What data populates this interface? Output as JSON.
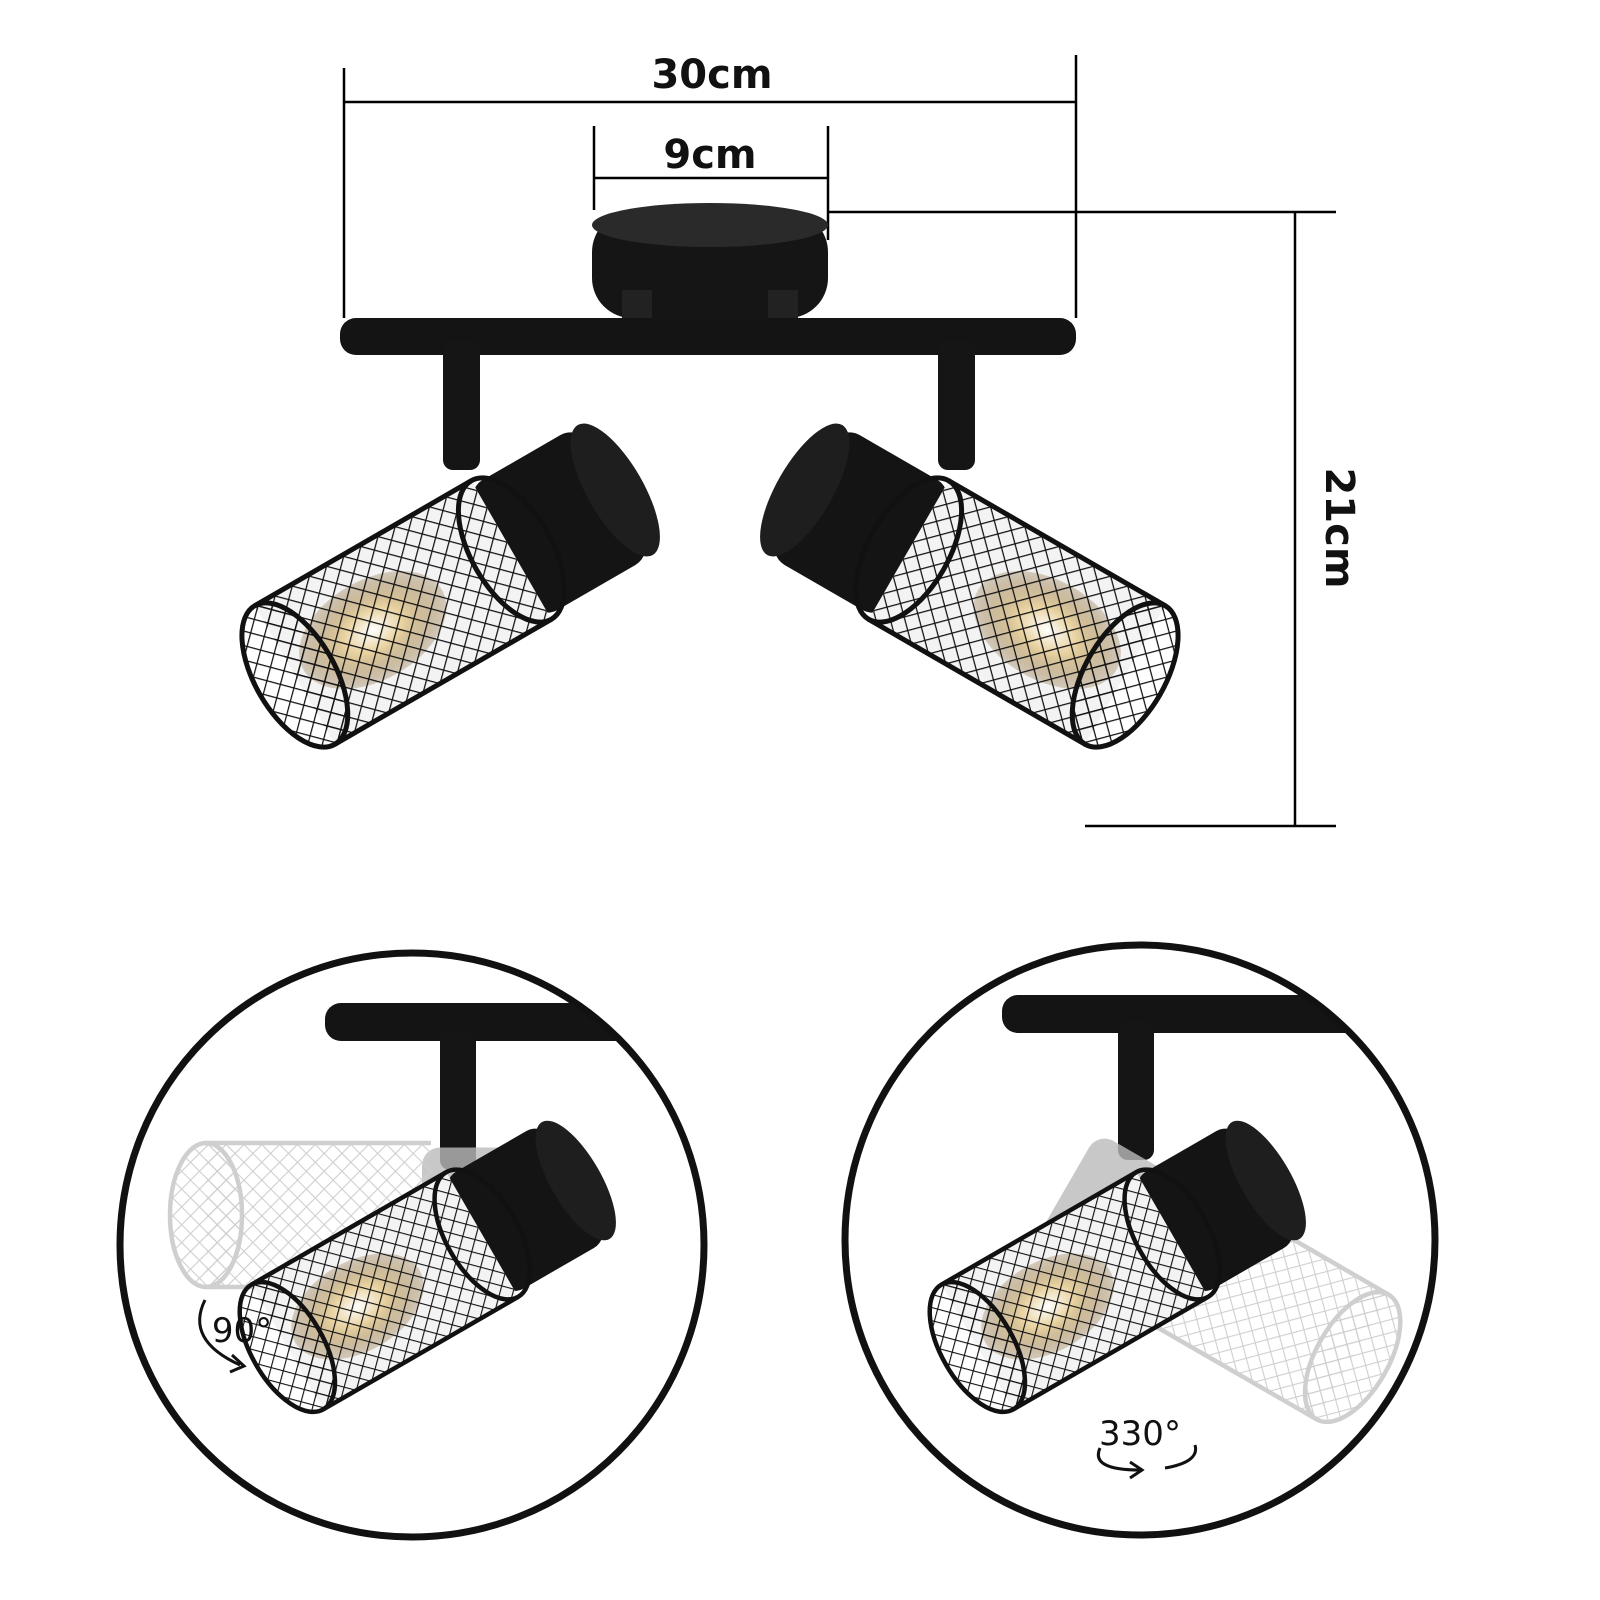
{
  "dimensions": {
    "total_width": "30cm",
    "canopy_width": "9cm",
    "height": "21cm"
  },
  "rotations": {
    "tilt": "90°",
    "swivel": "330°"
  },
  "colors": {
    "fixture": "#111111",
    "ghost": "#bdbdbd",
    "bulb": "#d9b77a"
  }
}
